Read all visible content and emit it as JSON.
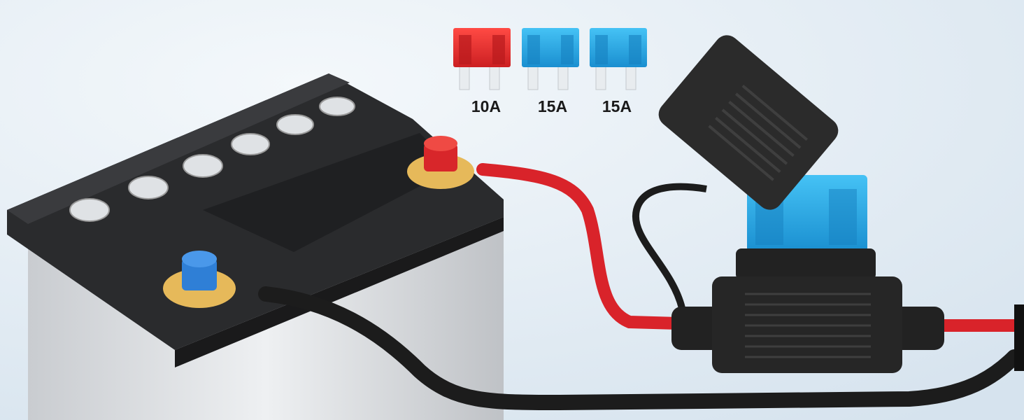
{
  "fuses": [
    {
      "label": "10A",
      "color": "#e8302f"
    },
    {
      "label": "15A",
      "color": "#29a9e6"
    },
    {
      "label": "15A",
      "color": "#29a9e6"
    }
  ],
  "colors": {
    "background": "#e4edf5",
    "battery_top": "#2a2b2d",
    "battery_body": "#d9dbdd",
    "positive": "#d8262a",
    "negative": "#2f7fd6",
    "cable_red": "#d9232a",
    "cable_black": "#1c1c1c"
  }
}
